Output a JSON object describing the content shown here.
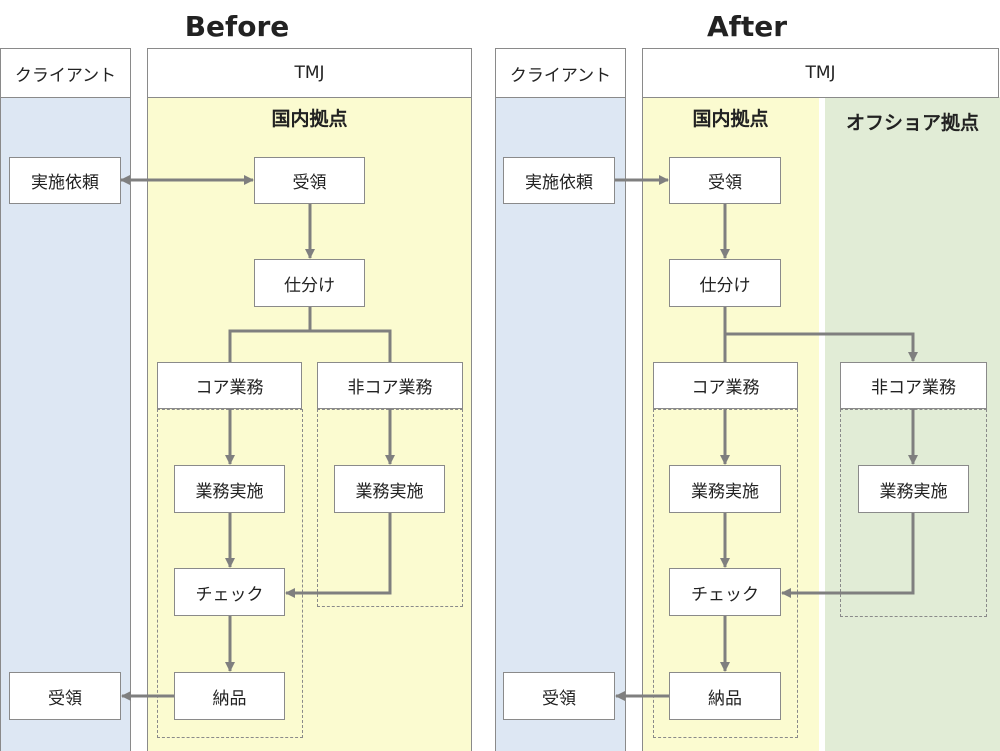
{
  "before": {
    "title": "Before",
    "client_header": "クライアント",
    "tmj_header": "TMJ",
    "domestic_label": "国内拠点",
    "client_request": "実施依頼",
    "receive": "受領",
    "sort": "仕分け",
    "core_task": "コア業務",
    "noncore_task": "非コア業務",
    "core_exec": "業務実施",
    "noncore_exec": "業務実施",
    "check": "チェック",
    "deliver": "納品",
    "client_receive": "受領"
  },
  "after": {
    "title": "After",
    "client_header": "クライアント",
    "tmj_header": "TMJ",
    "domestic_label": "国内拠点",
    "offshore_label": "オフショア拠点",
    "client_request": "実施依頼",
    "receive": "受領",
    "sort": "仕分け",
    "core_task": "コア業務",
    "noncore_task": "非コア業務",
    "core_exec": "業務実施",
    "noncore_exec": "業務実施",
    "check": "チェック",
    "deliver": "納品",
    "client_receive": "受領"
  },
  "colors": {
    "client_lane": "#dde7f3",
    "domestic_lane": "#fbfbd0",
    "offshore_lane": "#e1ecd6",
    "line": "#7f7f7f"
  }
}
